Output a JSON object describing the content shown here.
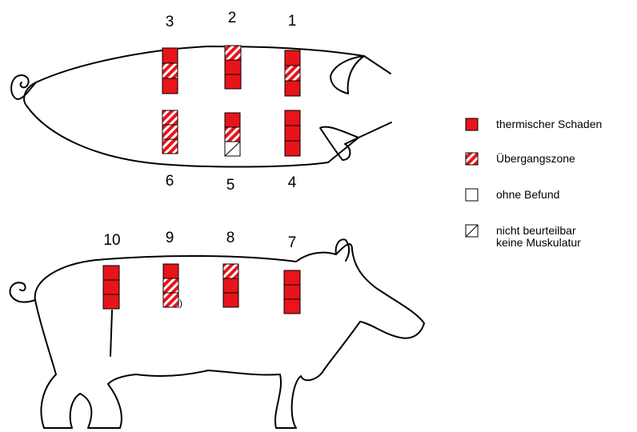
{
  "colors": {
    "damage": "#e8141b",
    "hatch_stripe": "#ffffff",
    "cell_border": "#000000",
    "outline": "#000000"
  },
  "legend": [
    {
      "kind": "damage",
      "label": "thermischer Schaden"
    },
    {
      "kind": "transition",
      "label": "Übergangszone"
    },
    {
      "kind": "normal",
      "label": "ohne Befund"
    },
    {
      "kind": "na",
      "label": "nicht beurteilbar",
      "label2": "keine Muskulatur"
    }
  ],
  "sites": [
    {
      "id": "1",
      "cells": [
        "damage",
        "transition",
        "damage"
      ]
    },
    {
      "id": "2",
      "cells": [
        "transition",
        "damage",
        "damage"
      ]
    },
    {
      "id": "3",
      "cells": [
        "damage",
        "transition",
        "damage"
      ]
    },
    {
      "id": "4",
      "cells": [
        "damage",
        "damage",
        "damage"
      ]
    },
    {
      "id": "5",
      "cells": [
        "damage",
        "transition",
        "na"
      ]
    },
    {
      "id": "6",
      "cells": [
        "transition",
        "transition",
        "transition"
      ]
    },
    {
      "id": "7",
      "cells": [
        "damage",
        "damage",
        "damage"
      ]
    },
    {
      "id": "8",
      "cells": [
        "transition",
        "damage",
        "damage"
      ]
    },
    {
      "id": "9",
      "cells": [
        "damage",
        "transition",
        "transition"
      ],
      "note": ")"
    },
    {
      "id": "10",
      "cells": [
        "damage",
        "damage",
        "damage"
      ]
    }
  ]
}
